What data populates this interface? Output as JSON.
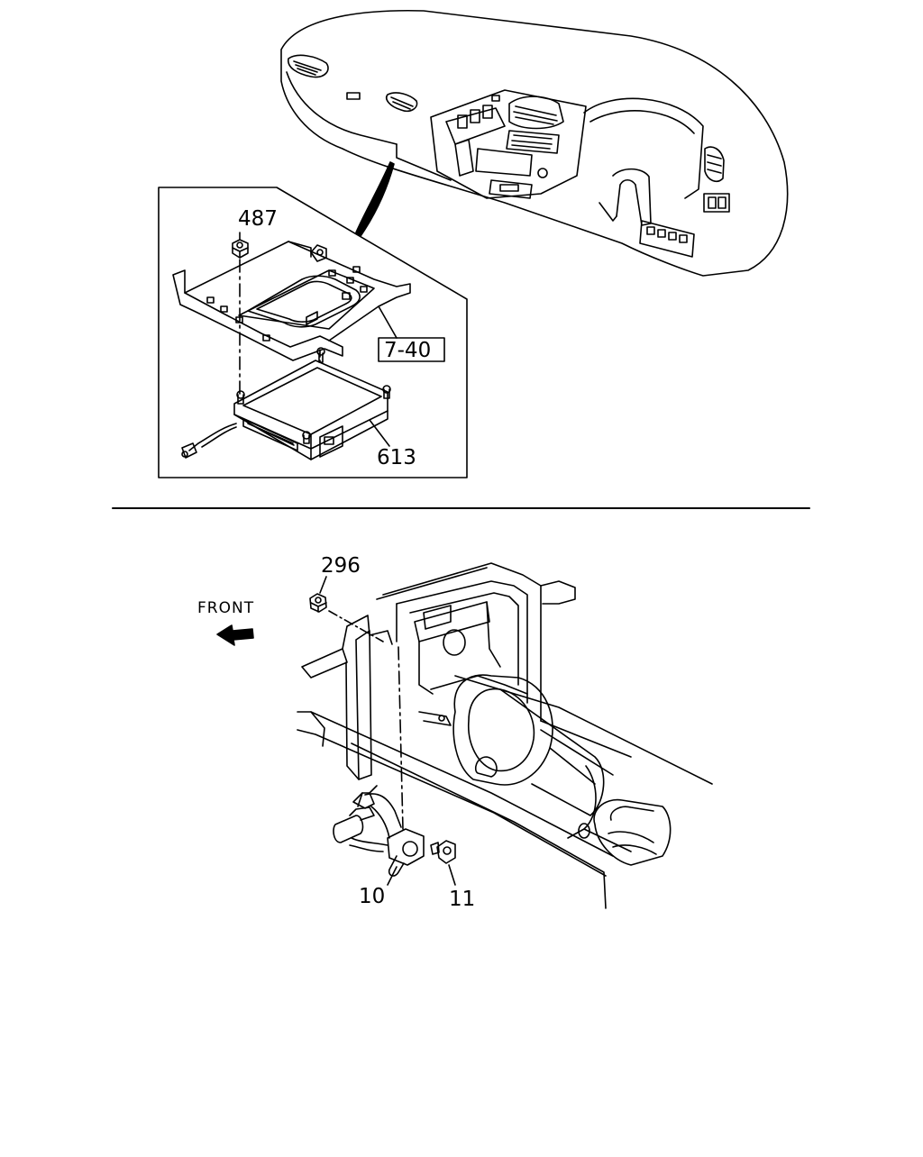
{
  "diagram": {
    "callouts": {
      "nut_top": "487",
      "ref_box": "7-40",
      "ecu": "613",
      "nut_bottom": "296",
      "sensor": "10",
      "bolt": "11"
    },
    "front_label": "FRONT"
  },
  "colors": {
    "ink": "#000000",
    "paper": "#ffffff"
  }
}
